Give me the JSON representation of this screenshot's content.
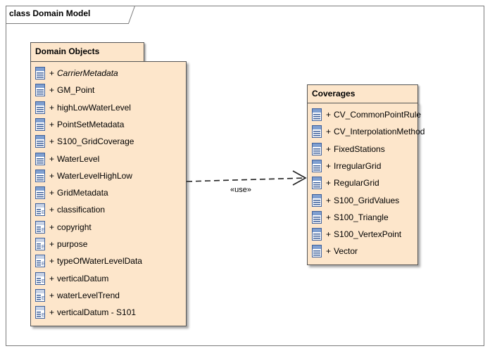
{
  "diagram": {
    "frame_title": "class Domain Model",
    "packages": [
      {
        "name": "Domain Objects",
        "items": [
          {
            "visibility": "+",
            "name": "CarrierMetadata",
            "kind": "class",
            "italic": true
          },
          {
            "visibility": "+",
            "name": "GM_Point",
            "kind": "class",
            "italic": false
          },
          {
            "visibility": "+",
            "name": "highLowWaterLevel",
            "kind": "class",
            "italic": false
          },
          {
            "visibility": "+",
            "name": "PointSetMetadata",
            "kind": "class",
            "italic": false
          },
          {
            "visibility": "+",
            "name": "S100_GridCoverage",
            "kind": "class",
            "italic": false
          },
          {
            "visibility": "+",
            "name": "WaterLevel",
            "kind": "class",
            "italic": false
          },
          {
            "visibility": "+",
            "name": "WaterLevelHighLow",
            "kind": "class",
            "italic": false
          },
          {
            "visibility": "+",
            "name": "GridMetadata",
            "kind": "class",
            "italic": false
          },
          {
            "visibility": "+",
            "name": "classification",
            "kind": "enumeration",
            "italic": false
          },
          {
            "visibility": "+",
            "name": "copyright",
            "kind": "enumeration",
            "italic": false
          },
          {
            "visibility": "+",
            "name": "purpose",
            "kind": "enumeration",
            "italic": false
          },
          {
            "visibility": "+",
            "name": "typeOfWaterLevelData",
            "kind": "enumeration",
            "italic": false
          },
          {
            "visibility": "+",
            "name": "verticalDatum",
            "kind": "enumeration",
            "italic": false
          },
          {
            "visibility": "+",
            "name": "waterLevelTrend",
            "kind": "enumeration",
            "italic": false
          },
          {
            "visibility": "+",
            "name": "verticalDatum - S101",
            "kind": "enumeration",
            "italic": false
          }
        ]
      },
      {
        "name": "Coverages",
        "items": [
          {
            "visibility": "+",
            "name": "CV_CommonPointRule",
            "kind": "class",
            "italic": false
          },
          {
            "visibility": "+",
            "name": "CV_InterpolationMethod",
            "kind": "class",
            "italic": false
          },
          {
            "visibility": "+",
            "name": "FixedStations",
            "kind": "class",
            "italic": false
          },
          {
            "visibility": "+",
            "name": "IrregularGrid",
            "kind": "class",
            "italic": false
          },
          {
            "visibility": "+",
            "name": "RegularGrid",
            "kind": "class",
            "italic": false
          },
          {
            "visibility": "+",
            "name": "S100_GridValues",
            "kind": "class",
            "italic": false
          },
          {
            "visibility": "+",
            "name": "S100_Triangle",
            "kind": "class",
            "italic": false
          },
          {
            "visibility": "+",
            "name": "S100_VertexPoint",
            "kind": "class",
            "italic": false
          },
          {
            "visibility": "+",
            "name": "Vector",
            "kind": "class",
            "italic": false
          }
        ]
      }
    ],
    "dependency": {
      "from": "Domain Objects",
      "to": "Coverages",
      "stereotype": "«use»",
      "style": "dashed-open-arrow"
    },
    "colors": {
      "package_fill": "#fde6cb",
      "package_border": "#555555",
      "class_icon_fill": "#7f9fd0",
      "enum_icon_fill": "#c7d2e6"
    }
  }
}
